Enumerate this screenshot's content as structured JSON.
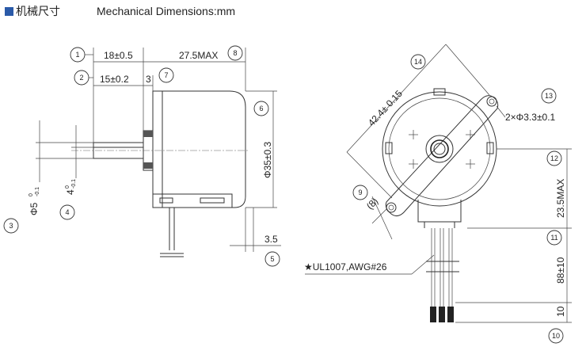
{
  "header": {
    "title_cn": "机械尺寸",
    "title_en": "Mechanical Dimensions:mm",
    "accent": "#2a5aa8"
  },
  "callouts": [
    "1",
    "2",
    "3",
    "4",
    "5",
    "6",
    "7",
    "8",
    "9",
    "10",
    "11",
    "12",
    "13",
    "14"
  ],
  "dimensions": {
    "d1": "18±0.5",
    "d2": "15±0.2",
    "d3": "3",
    "d8": "27.5MAX",
    "d6": "Φ35±0.3",
    "d5": "3.5",
    "d3a": "Φ5",
    "d3a_tol_upper": "0",
    "d3a_tol_lower": "-0.1",
    "d4": "4",
    "d4_tol_upper": "0",
    "d4_tol_lower": "-0.1",
    "d14": "42.4± 0.15",
    "d13": "2×Φ3.3±0.1",
    "d9": "(8)",
    "d12": "23.5MAX",
    "d11": "88±10",
    "d10": "10",
    "wire": "★UL1007,AWG#26"
  }
}
